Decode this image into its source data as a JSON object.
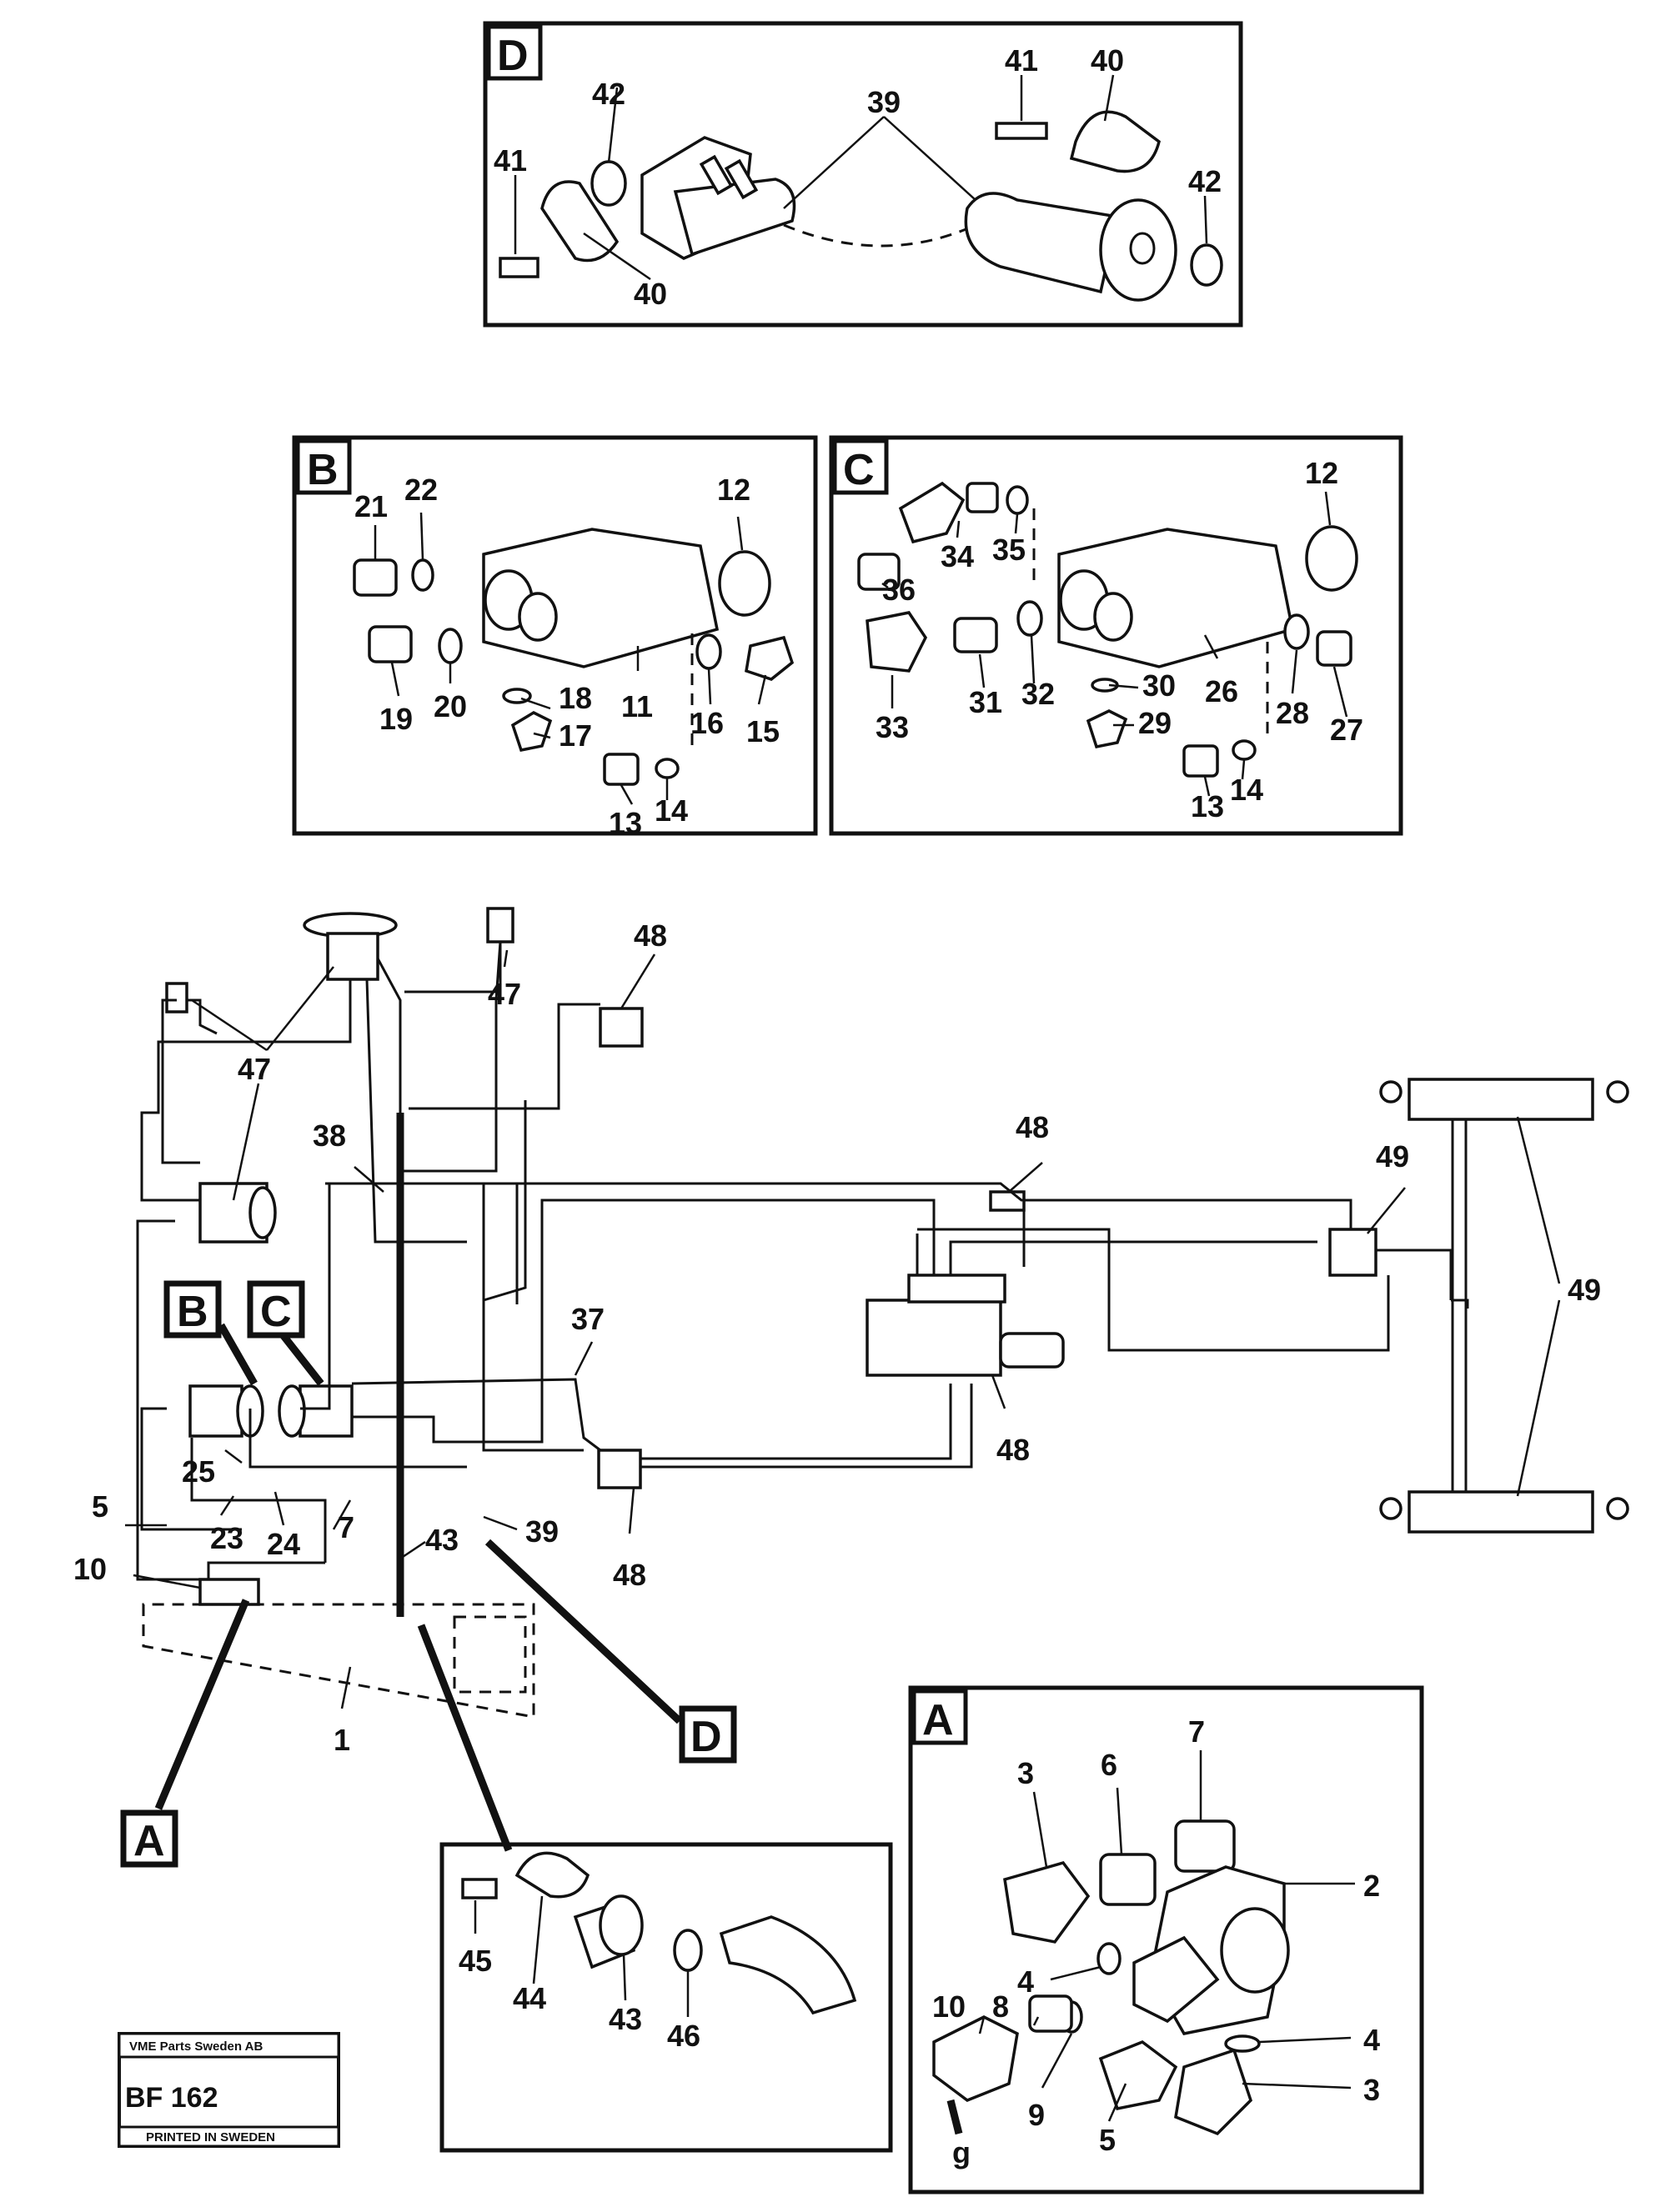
{
  "callouts": {
    "D": "D",
    "B": "B",
    "C": "C",
    "A": "A"
  },
  "labels": {
    "d_41a": "41",
    "d_40a": "40",
    "d_42a": "42",
    "d_39": "39",
    "d_41b": "41",
    "d_40b": "40",
    "d_42b": "42",
    "b_21": "21",
    "b_22": "22",
    "b_12": "12",
    "b_19": "19",
    "b_20": "20",
    "b_18": "18",
    "b_11": "11",
    "b_16": "16",
    "b_15": "15",
    "b_17": "17",
    "b_13": "13",
    "b_14": "14",
    "c_34": "34",
    "c_35": "35",
    "c_12": "12",
    "c_36": "36",
    "c_33": "33",
    "c_31": "31",
    "c_32": "32",
    "c_30": "30",
    "c_26": "26",
    "c_28": "28",
    "c_27": "27",
    "c_29": "29",
    "c_13": "13",
    "c_14": "14",
    "m_47a": "47",
    "m_47b": "47",
    "m_48a": "48",
    "m_38": "38",
    "m_48b": "48",
    "m_49a": "49",
    "m_49b": "49",
    "m_37": "37",
    "m_48c": "48",
    "m_48d": "48",
    "m_25": "25",
    "m_5": "5",
    "m_23": "23",
    "m_24": "24",
    "m_7": "7",
    "m_10": "10",
    "m_43": "43",
    "m_39": "39",
    "m_1": "1",
    "e_45": "45",
    "e_44": "44",
    "e_43": "43",
    "e_46": "46",
    "a_3a": "3",
    "a_6": "6",
    "a_7": "7",
    "a_2": "2",
    "a_4a": "4",
    "a_10": "10",
    "a_8": "8",
    "a_4b": "4",
    "a_3b": "3",
    "a_9": "9",
    "a_5": "5",
    "a_g": "g"
  },
  "stamp": {
    "company": "VME Parts Sweden AB",
    "code": "BF 162",
    "printed": "PRINTED IN SWEDEN"
  }
}
